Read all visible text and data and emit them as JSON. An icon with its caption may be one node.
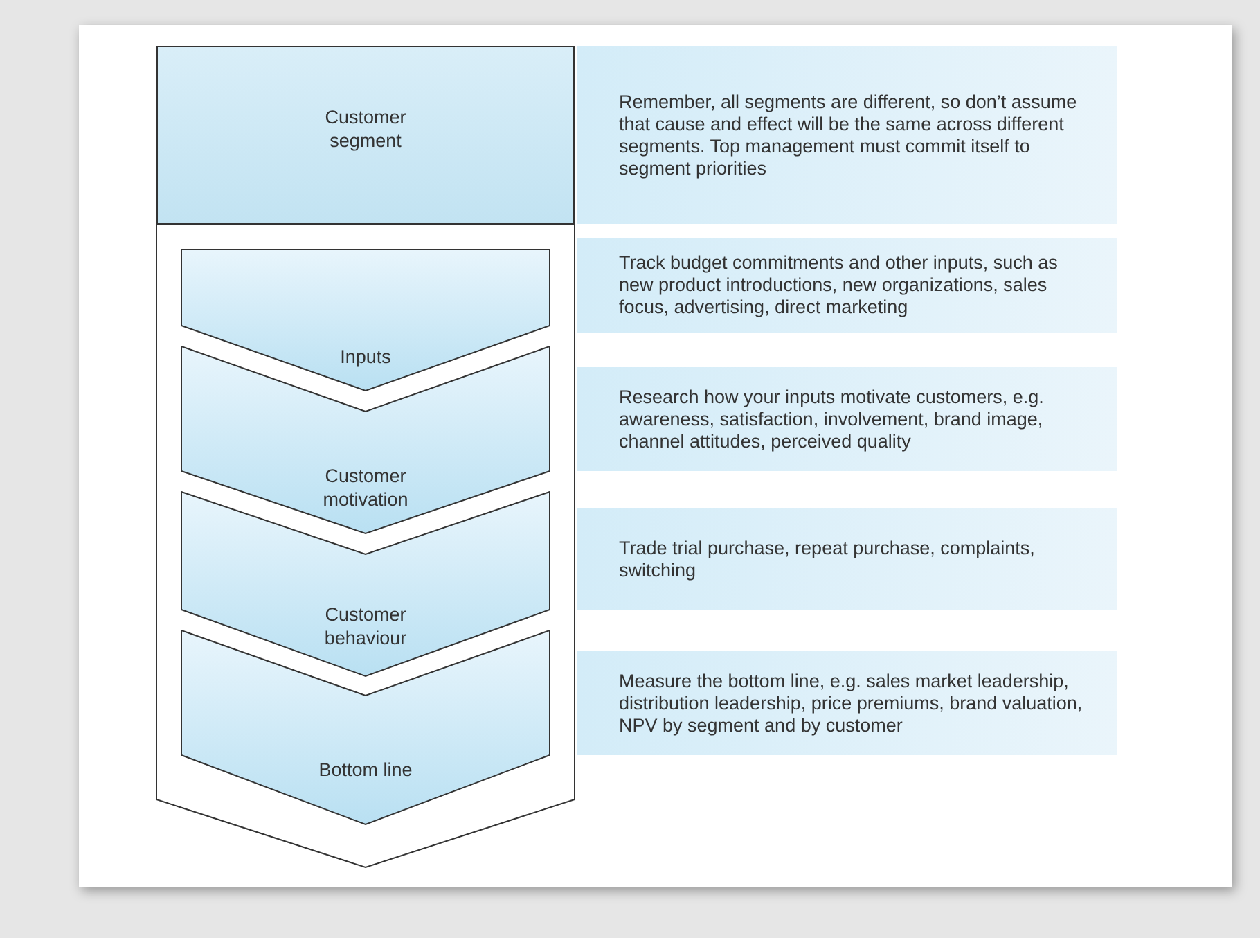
{
  "diagram": {
    "nodes": [
      {
        "text": [
          "Customer segment"
        ]
      },
      {
        "text": [
          "Remember, all segments are different, so don’t assume that cause and effect will be the same across different segments. Top management must commit itself to segment priorities"
        ]
      },
      {
        "text": [],
        "shape": "chevron"
      },
      {
        "text": [
          "Inputs"
        ],
        "in": 2
      },
      {
        "text": [
          "Track budget commitments and other inputs, such as new product introductions, new organizations, sales focus, advertising, direct marketing"
        ]
      },
      {
        "text": [
          "Customer motivation"
        ],
        "in": 2
      },
      {
        "text": [
          "Research how your inputs motivate customers, e.g. awareness, satisfaction, involvement, brand image, channel attitudes, perceived quality"
        ]
      },
      {
        "text": [
          "Customer behaviour"
        ],
        "in": 2
      },
      {
        "text": [
          "Trade trial purchase, repeat purchase, complaints, switching"
        ]
      },
      {
        "text": [
          "Bottom line"
        ],
        "in": 2
      },
      {
        "text": [
          "Measure the bottom line, e.g. sales market leadership, distribution leadership, price premiums, brand valuation, NPV by segment and by customer"
        ]
      }
    ]
  }
}
